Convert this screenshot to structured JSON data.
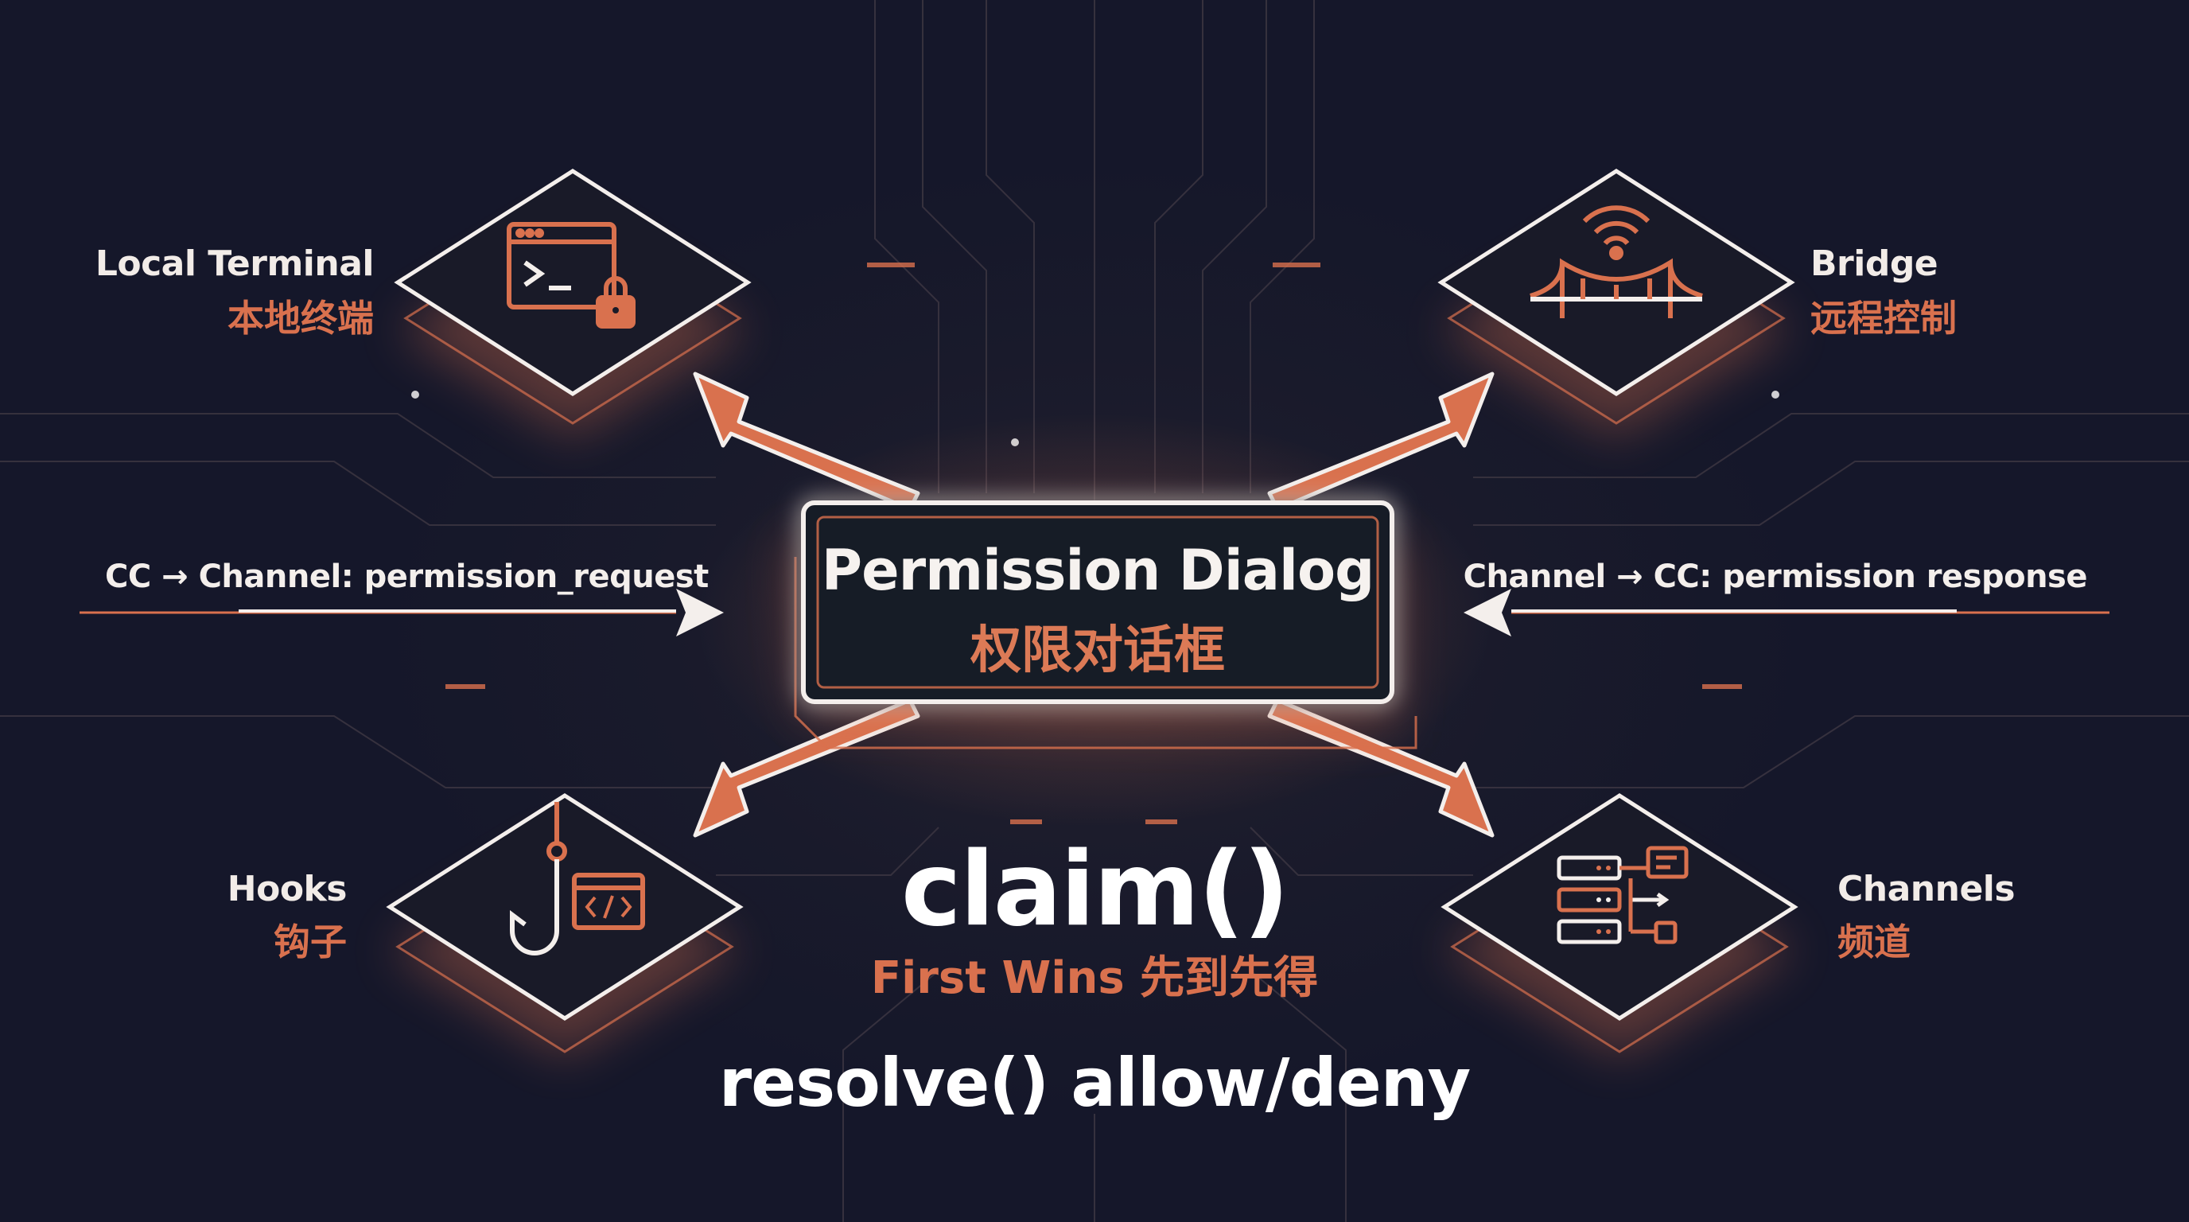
{
  "nodes": {
    "local_terminal": {
      "label_en": "Local Terminal",
      "label_cn": "本地终端",
      "icon": "terminal-lock-icon"
    },
    "bridge": {
      "label_en": "Bridge",
      "label_cn": "远程控制",
      "icon": "bridge-wifi-icon"
    },
    "hooks": {
      "label_en": "Hooks",
      "label_cn": "钩子",
      "icon": "hook-code-icon"
    },
    "channels": {
      "label_en": "Channels",
      "label_cn": "频道",
      "icon": "channels-flow-icon"
    }
  },
  "flows": {
    "request": "CC → Channel: permission_request",
    "response": "Channel → CC: permission response"
  },
  "dialog": {
    "title_en": "Permission Dialog",
    "title_cn": "权限对话框"
  },
  "claim": {
    "title": "claim()",
    "subtitle": "First Wins 先到先得"
  },
  "resolve": {
    "title": "resolve() allow/deny"
  },
  "colors": {
    "background": "#181a2b",
    "accent": "#d9714e",
    "text": "#f4efec"
  }
}
